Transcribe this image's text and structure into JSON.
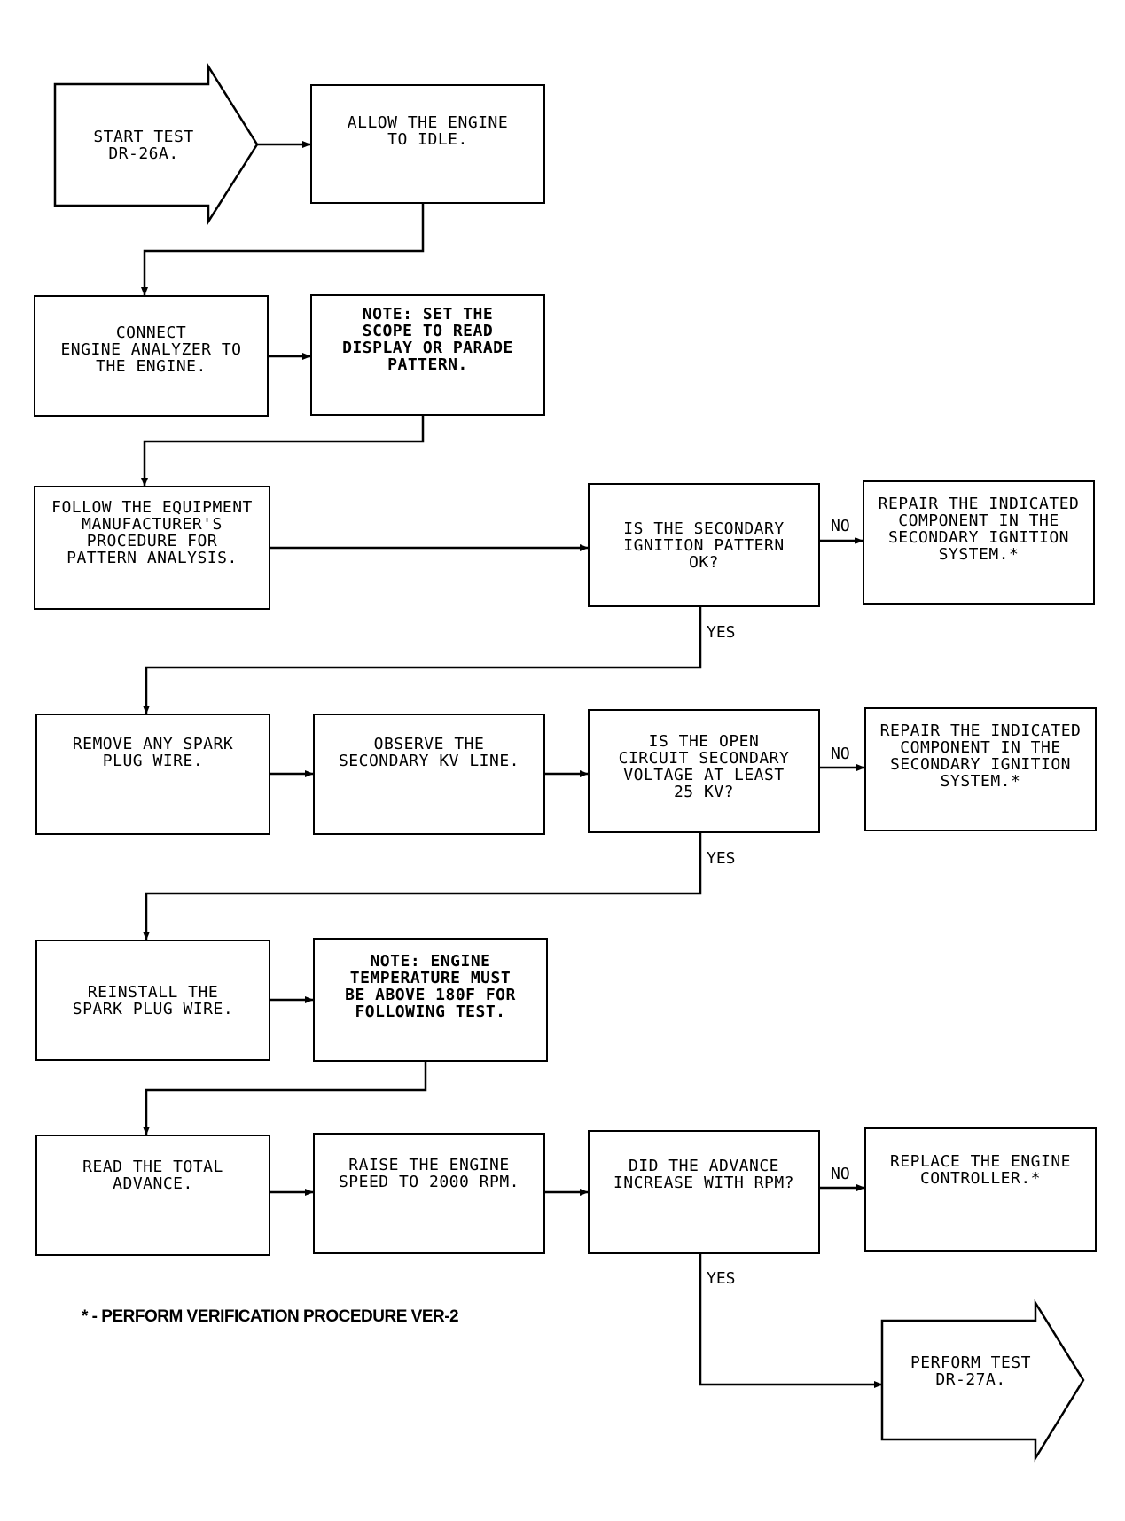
{
  "nodes": {
    "start": "START TEST\nDR-26A.",
    "idle": "ALLOW THE ENGINE\nTO IDLE.",
    "connect": "CONNECT\nENGINE ANALYZER TO\nTHE ENGINE.",
    "note_scope": "NOTE: SET THE\nSCOPE TO READ\nDISPLAY OR PARADE\nPATTERN.",
    "follow": "FOLLOW THE EQUIPMENT\nMANUFACTURER'S\nPROCEDURE FOR\nPATTERN ANALYSIS.",
    "q_pattern": "IS THE SECONDARY\nIGNITION PATTERN\nOK?",
    "repair1": "REPAIR THE INDICATED\nCOMPONENT IN THE\nSECONDARY IGNITION\nSYSTEM.*",
    "remove": "REMOVE ANY SPARK\nPLUG WIRE.",
    "observe": "OBSERVE THE\nSECONDARY KV LINE.",
    "q_voltage": "IS THE OPEN\nCIRCUIT SECONDARY\nVOLTAGE AT LEAST\n25 KV?",
    "repair2": "REPAIR THE INDICATED\nCOMPONENT IN THE\nSECONDARY IGNITION\nSYSTEM.*",
    "reinstall": "REINSTALL THE\nSPARK PLUG WIRE.",
    "note_temp": "NOTE: ENGINE\nTEMPERATURE MUST\nBE ABOVE 180F FOR\nFOLLOWING TEST.",
    "read": "READ THE TOTAL\nADVANCE.",
    "raise": "RAISE THE ENGINE\nSPEED TO 2000 RPM.",
    "q_advance": "DID THE ADVANCE\nINCREASE WITH RPM?",
    "replace": "REPLACE THE ENGINE\nCONTROLLER.*",
    "perform": "PERFORM TEST\nDR-27A."
  },
  "labels": {
    "no1": "NO",
    "yes1": "YES",
    "no2": "NO",
    "yes2": "YES",
    "no3": "NO",
    "yes3": "YES"
  },
  "footnote": "* - PERFORM VERIFICATION PROCEDURE VER-2"
}
